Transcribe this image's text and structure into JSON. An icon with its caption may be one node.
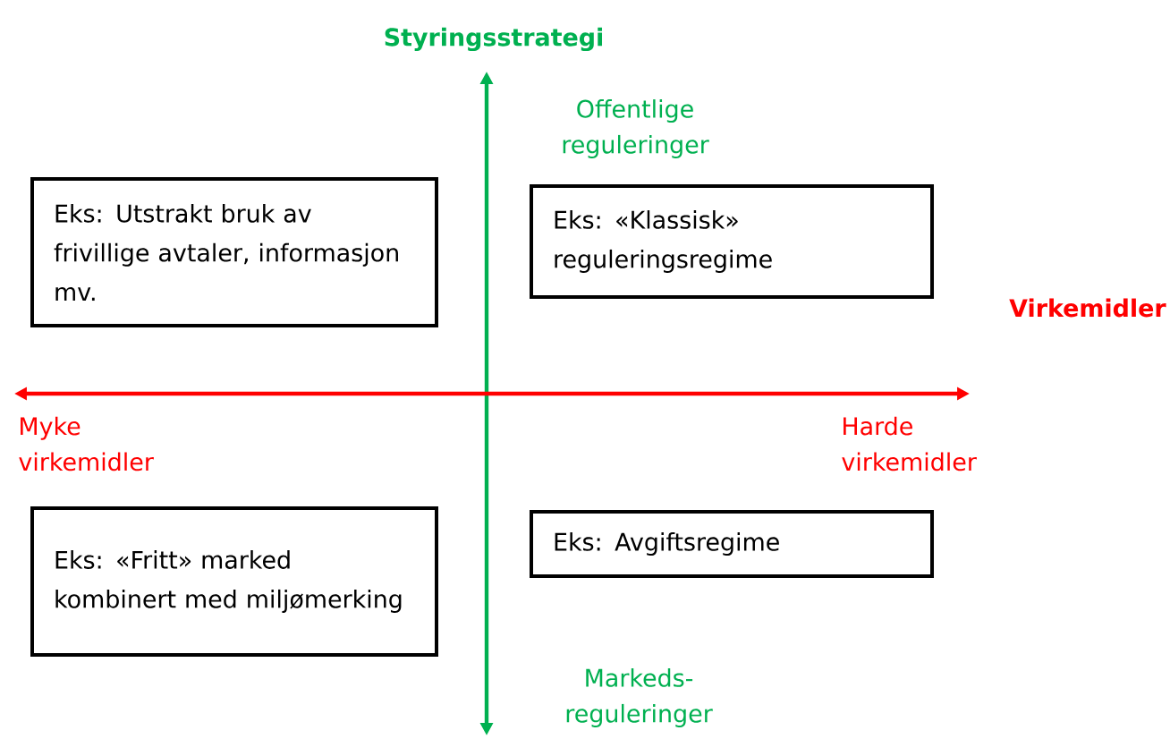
{
  "diagram": {
    "nodes": [
      {
        "text": [
          "Eks: Utstrakt bruk av frivillige avtaler, informasjon mv."
        ]
      },
      {
        "text": [
          "Eks: «Klassisk» reguleringsregime"
        ]
      },
      {
        "text": [
          "Eks: «Fritt» marked kombinert med miljømerking"
        ]
      },
      {
        "text": [
          "Eks: Avgiftsregime"
        ]
      }
    ],
    "labels": [
      "Styringsstrategi",
      "Offentlige reguleringer",
      "Virkemidler",
      "Myke virkemidler",
      "Harde virkemidler",
      "Markeds- reguleringer"
    ]
  }
}
